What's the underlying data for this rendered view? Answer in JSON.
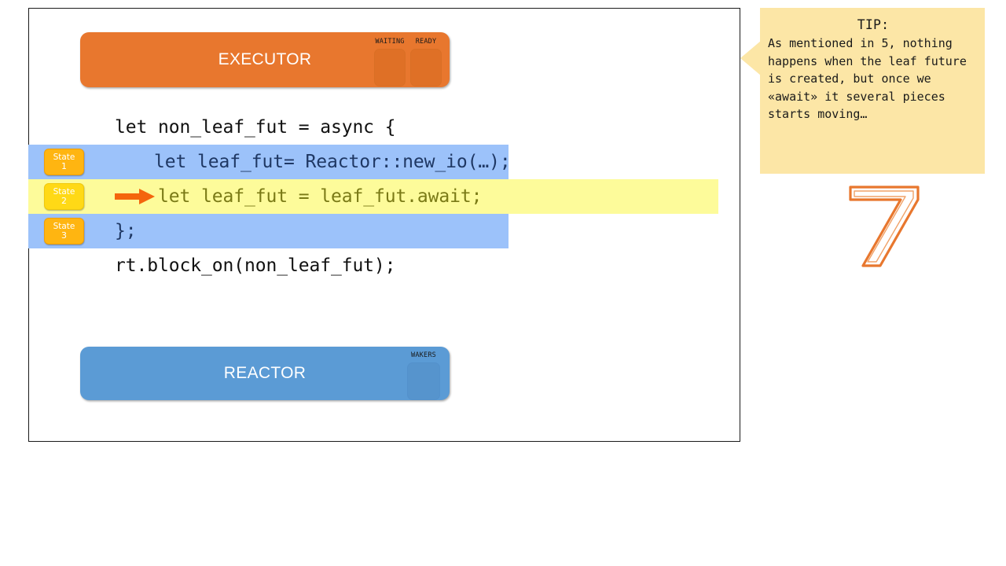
{
  "slide": {
    "number": "7",
    "number_color": "#e8772e"
  },
  "executor": {
    "title": "EXECUTOR",
    "color": "#e8772e",
    "slots": [
      {
        "label": "WAITING",
        "name": "waiting-slot"
      },
      {
        "label": "READY",
        "name": "ready-slot"
      }
    ]
  },
  "reactor": {
    "title": "REACTOR",
    "color": "#5b9bd5",
    "slots": [
      {
        "label": "WAKERS",
        "name": "wakers-slot"
      }
    ]
  },
  "code": {
    "lines": [
      {
        "id": "decl",
        "text": "let non_leaf_fut = async {",
        "highlight": "none",
        "badge": null
      },
      {
        "id": "state1",
        "text": "let leaf_fut= Reactor::new_io(…);",
        "highlight": "blue",
        "badge": {
          "label": "State",
          "num": "1",
          "style": "orange"
        }
      },
      {
        "id": "state2",
        "text": "let leaf_fut = leaf_fut.await;",
        "highlight": "yellow",
        "badge": {
          "label": "State",
          "num": "2",
          "style": "yellow"
        },
        "arrow": true
      },
      {
        "id": "state3",
        "text": "};",
        "highlight": "blue",
        "badge": {
          "label": "State",
          "num": "3",
          "style": "orange"
        }
      },
      {
        "id": "blockon",
        "text": "rt.block_on(non_leaf_fut);",
        "highlight": "none",
        "badge": null
      }
    ]
  },
  "tip": {
    "title": "TIP:",
    "body": "As mentioned in 5, nothing happens when the leaf future is created, but once we «await» it several pieces starts moving…",
    "background": "#fce6a6"
  }
}
